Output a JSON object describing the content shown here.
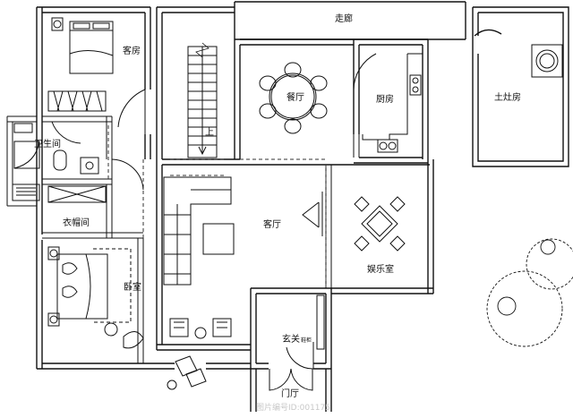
{
  "rooms": {
    "corridor": "走廊",
    "guest_room": "客房",
    "dining_room": "餐厅",
    "kitchen": "厨房",
    "stove_room": "土灶房",
    "bathroom": "卫生间",
    "closet": "衣帽间",
    "living_room": "客厅",
    "entertainment_room": "娱乐室",
    "bedroom": "卧室",
    "foyer": "玄关",
    "entrance_hall": "门厅"
  },
  "annotations": {
    "stairs_up": "上",
    "shoe_cabinet": "鞋柜"
  },
  "watermark": "图片编号ID:001175"
}
